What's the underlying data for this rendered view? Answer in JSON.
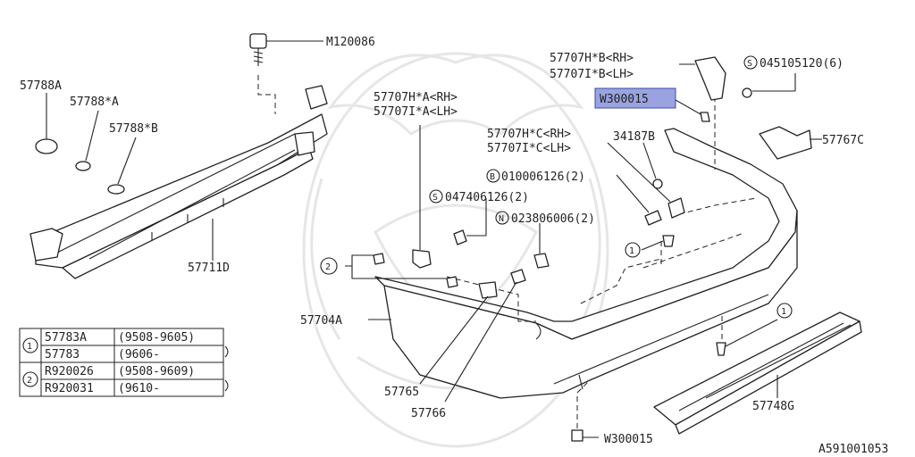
{
  "diagram": {
    "doc_id": "A591001053",
    "colors": {
      "ink": "#222222",
      "highlight": "#9aa3e0",
      "watermark": "#e6e6e6"
    },
    "callouts": {
      "m120086": "M120086",
      "p57788a": "57788A",
      "p57788sa": "57788*A",
      "p57788sb": "57788*B",
      "p57711d": "57711D",
      "p57707ha_rh": "57707H*A<RH>",
      "p57707ia_lh": "57707I*A<LH>",
      "s047406126": "047406126(2)",
      "n023806006": "023806006(2)",
      "p57707hb_rh": "57707H*B<RH>",
      "p57707ib_lh": "57707I*B<LH>",
      "s045105120": "045105120(6)",
      "w300015_top": "W300015",
      "p34187b": "34187B",
      "p57707hc_rh": "57707H*C<RH>",
      "p57707ic_lh": "57707I*C<LH>",
      "b010006126": "010006126(2)",
      "p57767c": "57767C",
      "p57704a": "57704A",
      "p57765": "57765",
      "p57766": "57766",
      "p57748g": "57748G",
      "w300015_bottom": "W300015"
    },
    "markers": {
      "s": "S",
      "n": "N",
      "b": "B",
      "one": "1",
      "two": "2"
    },
    "table": {
      "rows": [
        {
          "ref": "1",
          "part": "57783A",
          "dates": "(9508-9605)"
        },
        {
          "ref": "",
          "part": "57783",
          "dates": "(9606-"
        },
        {
          "ref": "2",
          "part": "R920026",
          "dates": "(9508-9609)"
        },
        {
          "ref": "",
          "part": "R920031",
          "dates": "(9610-"
        }
      ]
    }
  }
}
